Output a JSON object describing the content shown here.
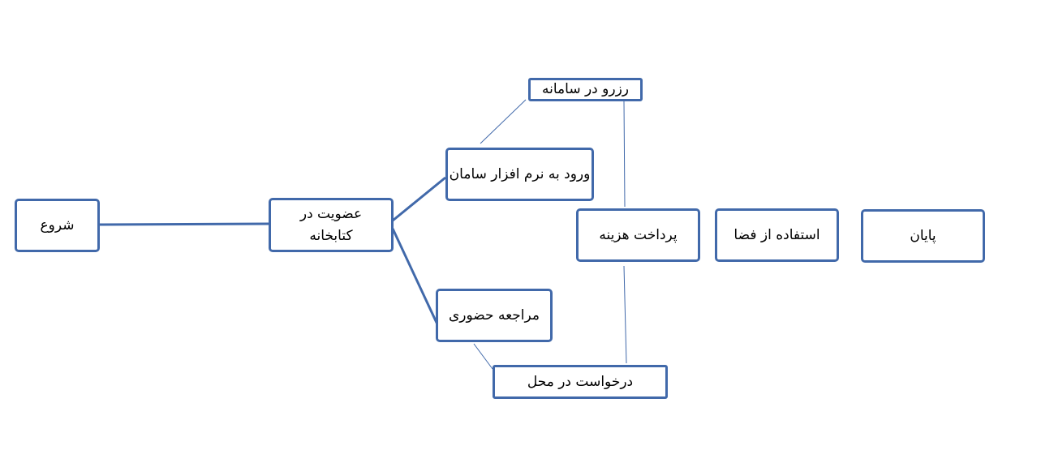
{
  "diagram": {
    "nodes": [
      {
        "id": "start",
        "label": "شروع"
      },
      {
        "id": "membership",
        "label": "عضویت در کتابخانه"
      },
      {
        "id": "login",
        "label": "ورود به نرم افزار سامان"
      },
      {
        "id": "reserve",
        "label": "رزرو در سامانه"
      },
      {
        "id": "in-person",
        "label": "مراجعه حضوری"
      },
      {
        "id": "onsite-request",
        "label": "درخواست در محل"
      },
      {
        "id": "payment",
        "label": "پرداخت هزینه"
      },
      {
        "id": "use-space",
        "label": "استفاده از فضا"
      },
      {
        "id": "end",
        "label": "پایان"
      }
    ],
    "edges": [
      {
        "from": "start",
        "to": "membership"
      },
      {
        "from": "membership",
        "to": "login"
      },
      {
        "from": "membership",
        "to": "in-person"
      },
      {
        "from": "login",
        "to": "reserve"
      },
      {
        "from": "reserve",
        "to": "payment"
      },
      {
        "from": "in-person",
        "to": "onsite-request"
      },
      {
        "from": "onsite-request",
        "to": "payment"
      }
    ],
    "colors": {
      "border": "#4169aa",
      "connector": "#4169aa",
      "text": "#000000",
      "background": "#ffffff"
    }
  }
}
